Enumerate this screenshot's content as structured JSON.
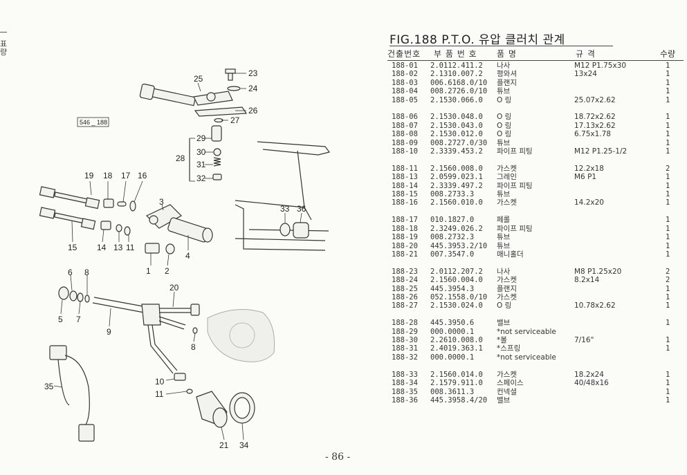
{
  "edge_text": [
    "표",
    "량"
  ],
  "figure": {
    "badge": "546 _ 188",
    "callouts": [
      "1",
      "2",
      "3",
      "4",
      "5",
      "6",
      "7",
      "8",
      "8",
      "9",
      "10",
      "11",
      "11",
      "13",
      "14",
      "15",
      "16",
      "17",
      "18",
      "19",
      "20",
      "21",
      "23",
      "24",
      "25",
      "26",
      "27",
      "28",
      "29",
      "30",
      "31",
      "32",
      "33",
      "34",
      "35",
      "36"
    ]
  },
  "title": "FIG.188 P.T.O. 유압 클러치 관계",
  "columns": {
    "no": "건출번호",
    "part": "부 품 번 호",
    "name": "품     명",
    "spec": "규     격",
    "qty": "수량"
  },
  "groups": [
    [
      {
        "no": "188-01",
        "part": "2.0112.411.2",
        "name": "나사",
        "spec": "M12 P1.75x30",
        "qty": "1"
      },
      {
        "no": "188-02",
        "part": "2.1310.007.2",
        "name": "평와셔",
        "spec": "13x24",
        "qty": "1"
      },
      {
        "no": "188-03",
        "part": "006.6168.0/10",
        "name": "플랜지",
        "spec": "",
        "qty": "1"
      },
      {
        "no": "188-04",
        "part": "008.2726.0/10",
        "name": "튜브",
        "spec": "",
        "qty": "1"
      },
      {
        "no": "188-05",
        "part": "2.1530.066.0",
        "name": "O 링",
        "spec": "25.07x2.62",
        "qty": "1"
      }
    ],
    [
      {
        "no": "188-06",
        "part": "2.1530.048.0",
        "name": "O 링",
        "spec": "18.72x2.62",
        "qty": "1"
      },
      {
        "no": "188-07",
        "part": "2.1530.043.0",
        "name": "O 링",
        "spec": "17.13x2.62",
        "qty": "1"
      },
      {
        "no": "188-08",
        "part": "2.1530.012.0",
        "name": "O 링",
        "spec": "6.75x1.78",
        "qty": "1"
      },
      {
        "no": "188-09",
        "part": "008.2727.0/30",
        "name": "튜브",
        "spec": "",
        "qty": "1"
      },
      {
        "no": "188-10",
        "part": "2.3339.453.2",
        "name": "파이프 피팅",
        "spec": "M12 P1.25-1/2",
        "qty": "1"
      }
    ],
    [
      {
        "no": "188-11",
        "part": "2.1560.008.0",
        "name": "가스켓",
        "spec": "12.2x18",
        "qty": "2"
      },
      {
        "no": "188-13",
        "part": "2.0599.023.1",
        "name": "그레인",
        "spec": "M6 P1",
        "qty": "1"
      },
      {
        "no": "188-14",
        "part": "2.3339.497.2",
        "name": "파이프 피팅",
        "spec": "",
        "qty": "1"
      },
      {
        "no": "188-15",
        "part": "008.2733.3",
        "name": "튜브",
        "spec": "",
        "qty": "1"
      },
      {
        "no": "188-16",
        "part": "2.1560.010.0",
        "name": "가스켓",
        "spec": "14.2x20",
        "qty": "1"
      }
    ],
    [
      {
        "no": "188-17",
        "part": "010.1827.0",
        "name": "페롤",
        "spec": "",
        "qty": "1"
      },
      {
        "no": "188-18",
        "part": "2.3249.026.2",
        "name": "파이프 피팅",
        "spec": "",
        "qty": "1"
      },
      {
        "no": "188-19",
        "part": "008.2732.3",
        "name": "튜브",
        "spec": "",
        "qty": "1"
      },
      {
        "no": "188-20",
        "part": "445.3953.2/10",
        "name": "튜브",
        "spec": "",
        "qty": "1"
      },
      {
        "no": "188-21",
        "part": "007.3547.0",
        "name": "매니홀더",
        "spec": "",
        "qty": "1"
      }
    ],
    [
      {
        "no": "188-23",
        "part": "2.0112.207.2",
        "name": "나사",
        "spec": "M8 P1.25x20",
        "qty": "2"
      },
      {
        "no": "188-24",
        "part": "2.1560.004.0",
        "name": "가스켓",
        "spec": "8.2x14",
        "qty": "2"
      },
      {
        "no": "188-25",
        "part": "445.3954.3",
        "name": "플랜지",
        "spec": "",
        "qty": "1"
      },
      {
        "no": "188-26",
        "part": "052.1558.0/10",
        "name": "가스켓",
        "spec": "",
        "qty": "1"
      },
      {
        "no": "188-27",
        "part": "2.1530.024.0",
        "name": "O 링",
        "spec": "10.78x2.62",
        "qty": "1"
      }
    ],
    [
      {
        "no": "188-28",
        "part": "445.3950.6",
        "name": "밸브",
        "spec": "",
        "qty": "1"
      },
      {
        "no": "188-29",
        "part": "000.0000.1",
        "name": "*not serviceable",
        "spec": "",
        "qty": ""
      },
      {
        "no": "188-30",
        "part": "2.2610.008.0",
        "name": "*볼",
        "spec": "7/16\"",
        "qty": "1"
      },
      {
        "no": "188-31",
        "part": "2.4019.363.1",
        "name": "*스프링",
        "spec": "",
        "qty": "1"
      },
      {
        "no": "188-32",
        "part": "000.0000.1",
        "name": "*not serviceable",
        "spec": "",
        "qty": ""
      }
    ],
    [
      {
        "no": "188-33",
        "part": "2.1560.014.0",
        "name": "가스켓",
        "spec": "18.2x24",
        "qty": "1"
      },
      {
        "no": "188-34",
        "part": "2.1579.911.0",
        "name": "스페이스",
        "spec": "40/48x16",
        "qty": "1"
      },
      {
        "no": "188-35",
        "part": "008.3611.3",
        "name": "컨넥셜",
        "spec": "",
        "qty": "1"
      },
      {
        "no": "188-36",
        "part": "445.3958.4/20",
        "name": "밸브",
        "spec": "",
        "qty": "1"
      }
    ]
  ],
  "page_number": "- 86 -"
}
